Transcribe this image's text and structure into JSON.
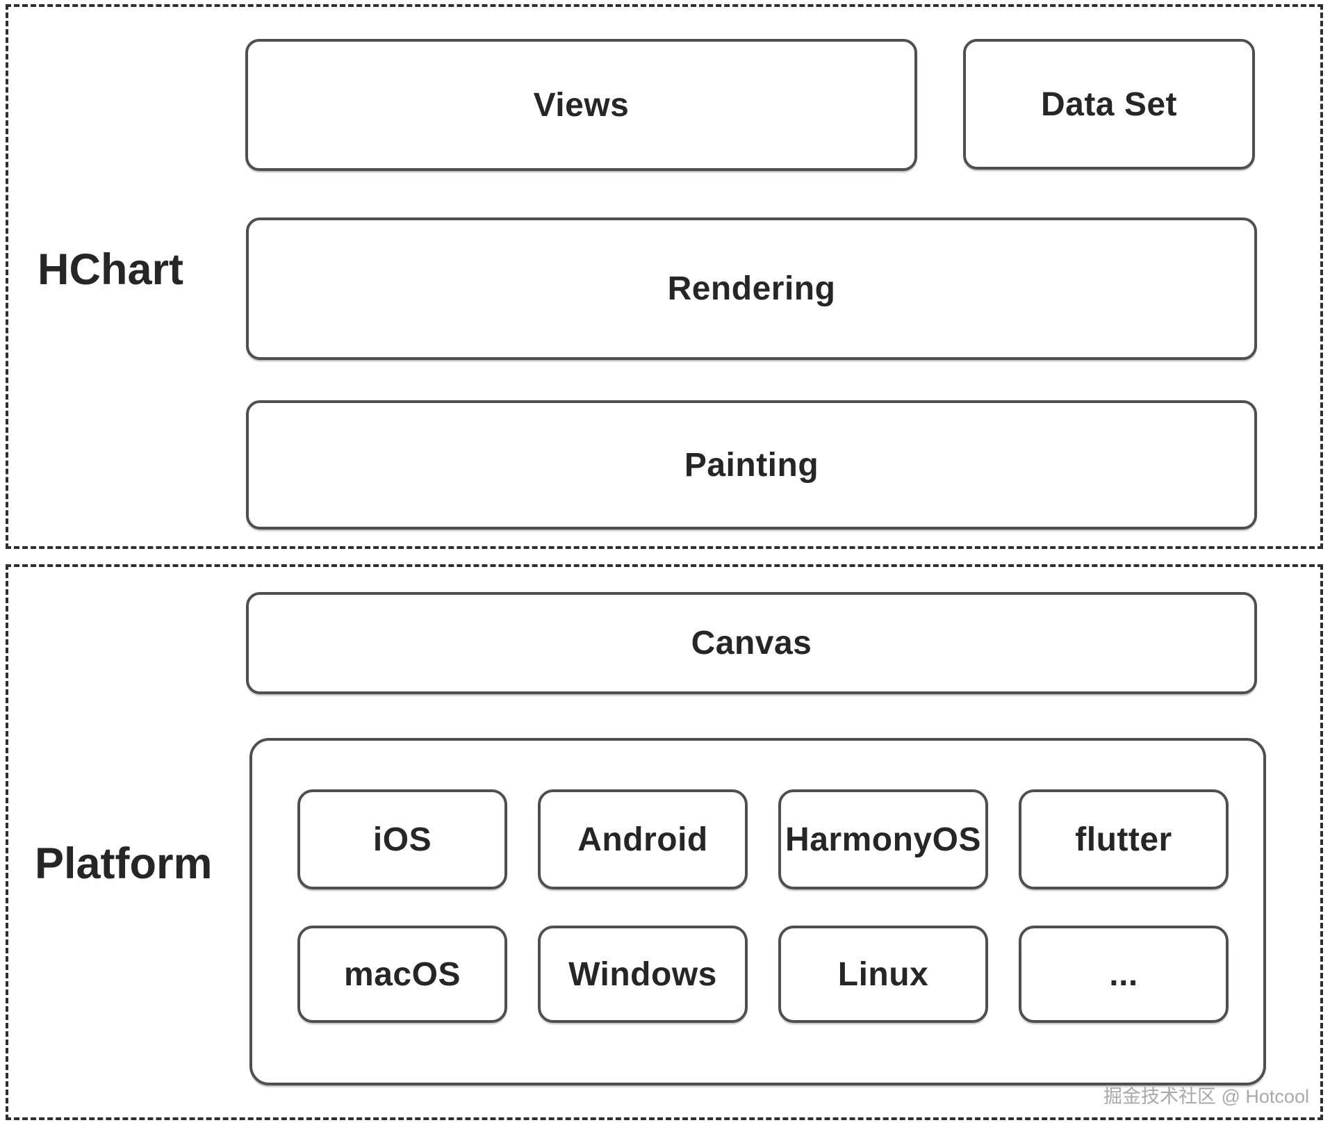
{
  "colors": {
    "page_bg": "#ffffff",
    "dash_border": "#2f2f2f",
    "box_border": "#4f4f4f",
    "text_color": "#262626",
    "watermark_color": "#a9a9a9"
  },
  "hchart_section": {
    "label": "HChart",
    "boxes": {
      "views": "Views",
      "dataset": "Data Set",
      "rendering": "Rendering",
      "painting": "Painting"
    }
  },
  "platform_section": {
    "label": "Platform",
    "canvas_label": "Canvas",
    "row1": [
      "iOS",
      "Android",
      "HarmonyOS",
      "flutter"
    ],
    "row2": [
      "macOS",
      "Windows",
      "Linux",
      "..."
    ]
  },
  "watermark": "掘金技术社区 @ Hotcool"
}
